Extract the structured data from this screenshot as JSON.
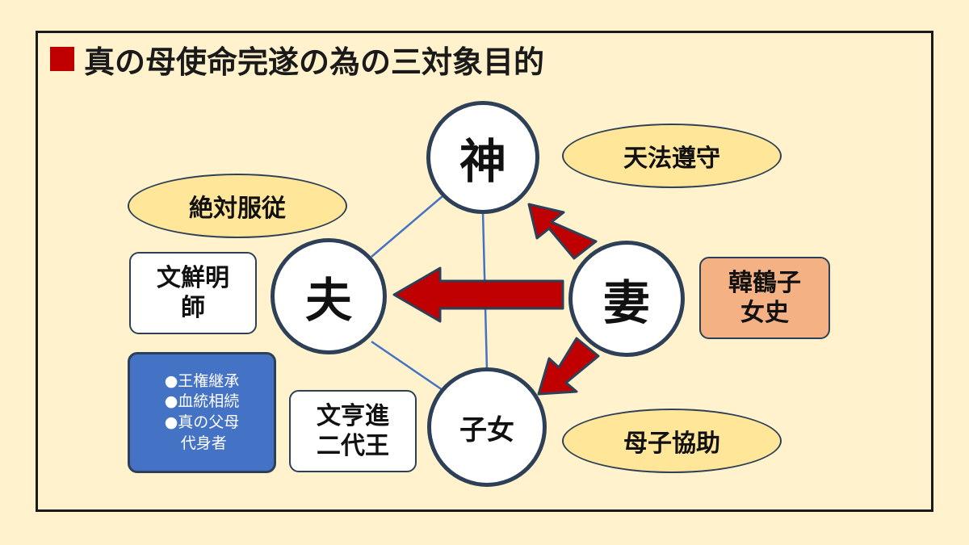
{
  "title": {
    "text": "真の母使命完遂の為の三対象目的"
  },
  "nodes": {
    "god": "神",
    "husband": "夫",
    "wife": "妻",
    "children": "子女"
  },
  "ovals": {
    "heaven_law": "天法遵守",
    "absolute_obedience": "絶対服従",
    "mother_child": "母子協助"
  },
  "boxes": {
    "moon_line1": "文鮮明",
    "moon_line2": "師",
    "han_line1": "韓鶴子",
    "han_line2": "女史",
    "hyunjin_line1": "文亨進",
    "hyunjin_line2": "二代王"
  },
  "blue_box": {
    "items": [
      "●王権継承",
      "●血統相続",
      "●真の父母",
      "代身者"
    ]
  },
  "colors": {
    "background": "#fff2cc",
    "arrow": "#c00000",
    "oval_fill": "#ffe699",
    "orange_box": "#f4b183",
    "blue_box": "#4472c4",
    "outline": "#2e4057"
  }
}
